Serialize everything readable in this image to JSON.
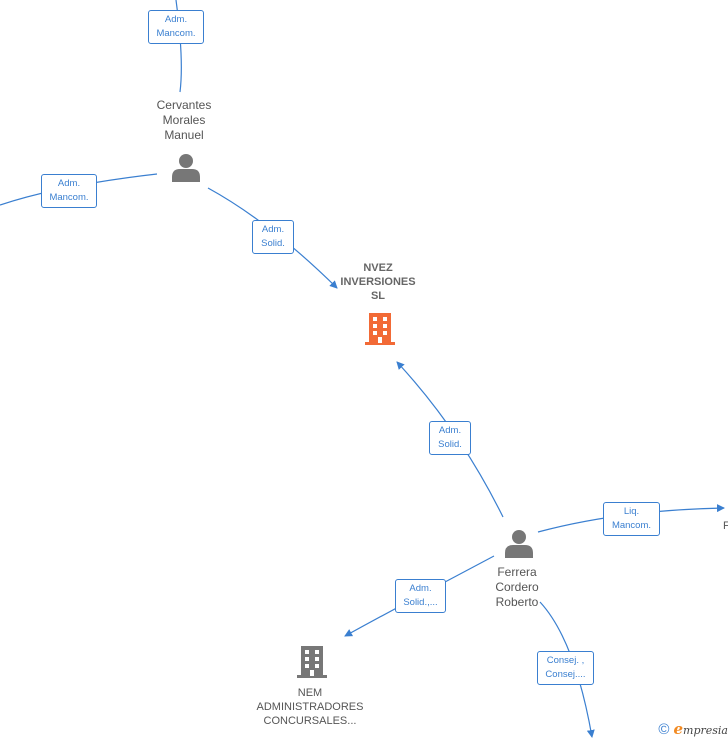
{
  "nodes": {
    "main_company": {
      "lines": [
        "NVEZ",
        "INVERSIONES",
        "SL"
      ],
      "type": "company",
      "color": "#f26a36"
    },
    "person_cervantes": {
      "lines": [
        "Cervantes",
        "Morales",
        "Manuel"
      ],
      "type": "person"
    },
    "person_ferrera": {
      "lines": [
        "Ferrera",
        "Cordero",
        "Roberto"
      ],
      "type": "person"
    },
    "company_nem": {
      "lines": [
        "NEM",
        "ADMINISTRADORES",
        "CONCURSALES..."
      ],
      "type": "company",
      "color": "#777777"
    },
    "partial_right": {
      "lines": [
        "F"
      ]
    }
  },
  "edges": {
    "top": {
      "lines": [
        "Adm.",
        "Mancom."
      ]
    },
    "left": {
      "lines": [
        "Adm.",
        "Mancom."
      ]
    },
    "cervantes_main": {
      "lines": [
        "Adm.",
        "Solid."
      ]
    },
    "ferrera_main": {
      "lines": [
        "Adm.",
        "Solid."
      ]
    },
    "ferrera_right": {
      "lines": [
        "Liq.",
        "Mancom."
      ]
    },
    "ferrera_nem": {
      "lines": [
        "Adm.",
        "Solid.,..."
      ]
    },
    "ferrera_bottom": {
      "lines": [
        "Consej. ,",
        "Consej...."
      ]
    }
  },
  "colors": {
    "edge": "#3a7fd0",
    "person_icon": "#777777",
    "brand_accent": "#f28a22"
  },
  "footer": {
    "copyright_symbol": "©",
    "brand_initial": "e",
    "brand_rest": "mpresia"
  }
}
